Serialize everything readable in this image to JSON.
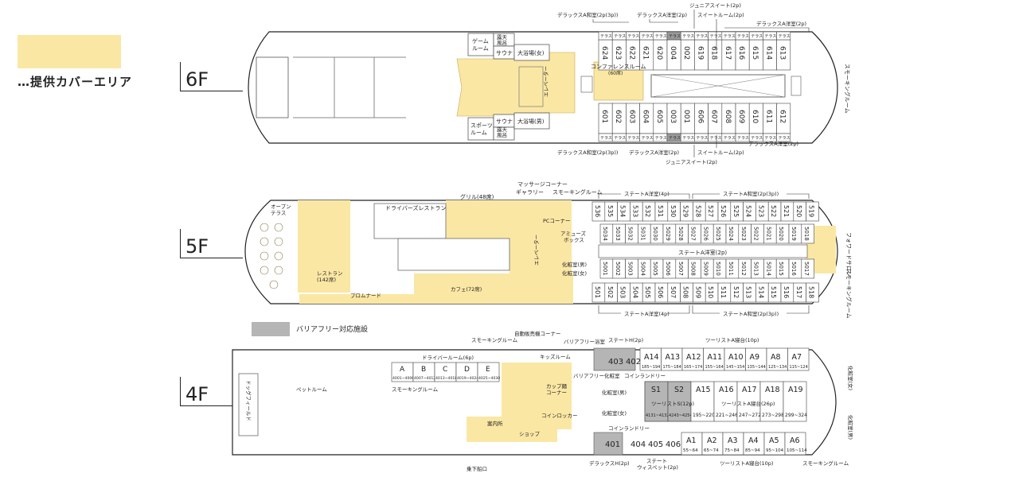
{
  "legend": {
    "coverage_label": "…提供カバーエリア",
    "coverage_color": "#fbe7a4",
    "barrier_free_label": "バリアフリー対応施設",
    "barrier_free_color": "#b5b5b5"
  },
  "decks": {
    "d6": {
      "label": "6F",
      "top_rooms": [
        "624",
        "623",
        "622",
        "621",
        "620",
        "004",
        "002",
        "619",
        "618",
        "617",
        "616",
        "615",
        "614",
        "613"
      ],
      "bottom_rooms": [
        "601",
        "602",
        "603",
        "604",
        "605",
        "003",
        "001",
        "606",
        "607",
        "608",
        "609",
        "610",
        "611",
        "612"
      ],
      "terrace": "テラス",
      "labels": {
        "game": "ゲーム\nルーム",
        "roten": "露天\n風呂",
        "sauna": "サウナ",
        "bath_f": "大浴場(女)",
        "bath_m": "大浴場(男)",
        "sports": "スポーツ\nルーム",
        "conference": "コンファレンスルーム",
        "conference_cap": "(60席)",
        "elevator": "エレベーター",
        "smoking": "スモーキングルーム"
      },
      "callouts_top": {
        "dx_j": "デラックスA和室(2p(3p))",
        "dx_w": "デラックスA洋室(2p)",
        "junior": "ジュニアスイート(2p)",
        "suite": "スイートルーム(2p)",
        "dx_w2": "デラックスA洋室(2p)"
      },
      "callouts_bottom": {
        "dx_j": "デラックスA和室(2p(3p))",
        "dx_w": "デラックスA洋室(2p)",
        "suite": "スイートルーム(2p)",
        "dx_w2": "デラックスA洋室(2p)",
        "junior": "ジュニアスイート(2p)"
      }
    },
    "d5": {
      "label": "5F",
      "top_rooms": [
        "536",
        "535",
        "534",
        "533",
        "532",
        "531",
        "530",
        "529",
        "528",
        "527",
        "526",
        "525",
        "524",
        "523",
        "522",
        "521",
        "520",
        "519"
      ],
      "mid_top": [
        "5034",
        "5033",
        "5032",
        "5031",
        "5030",
        "5029",
        "5028",
        "5027",
        "5026",
        "5025",
        "5024",
        "5023",
        "5022",
        "5021",
        "5020",
        "5019",
        "5018"
      ],
      "mid_bottom": [
        "5001",
        "5002",
        "5003",
        "5004",
        "5005",
        "5006",
        "5007",
        "5008",
        "5009",
        "5010",
        "5011",
        "5012",
        "5013",
        "5014",
        "5015",
        "5016",
        "5017"
      ],
      "bottom_rooms": [
        "501",
        "502",
        "503",
        "504",
        "505",
        "506",
        "507",
        "508",
        "509",
        "510",
        "511",
        "512",
        "513",
        "514",
        "515",
        "516",
        "517",
        "518"
      ],
      "labels": {
        "open_terrace": "オープン\nテラス",
        "restaurant": "レストラン\n(142席)",
        "drivers": "ドライバーズレストラン",
        "grill": "グリル(48席)",
        "gallery": "ギャラリー",
        "massage": "マッサージコーナー",
        "smoking": "スモーキングルーム",
        "pc": "PCコーナー",
        "amuse": "アミューズ\nボックス",
        "wc_m": "化粧室(男)",
        "wc_f": "化粧室(女)",
        "promenade": "プロムナード",
        "cafe": "カフェ(72席)",
        "stair": "ステー",
        "forward": "フォワードサロン",
        "smoking2": "スモーキングルーム",
        "state_center": "ステートA洋室(2p)",
        "elevator": "エレベーター"
      },
      "callouts": {
        "st_w4": "ステートA洋室(4p)",
        "st_j": "ステートA和室(2p(3p))",
        "st_w4b": "ステートA洋室(4p)",
        "st_jb": "ステートA和室(2p(3p))"
      }
    },
    "d4": {
      "label": "4F",
      "driver_rooms": [
        {
          "name": "A",
          "range": "4001~4006"
        },
        {
          "name": "B",
          "range": "4007~4012"
        },
        {
          "name": "C",
          "range": "4013~4018"
        },
        {
          "name": "D",
          "range": "4019~4024"
        },
        {
          "name": "E",
          "range": "4025~4030"
        }
      ],
      "top_a": [
        {
          "n": "A14",
          "r": "185~194"
        },
        {
          "n": "A13",
          "r": "175~184"
        },
        {
          "n": "A12",
          "r": "165~174"
        },
        {
          "n": "A11",
          "r": "155~164"
        },
        {
          "n": "A10",
          "r": "145~154"
        },
        {
          "n": "A9",
          "r": "135~144"
        },
        {
          "n": "A8",
          "r": "125~134"
        },
        {
          "n": "A7",
          "r": "115~124"
        }
      ],
      "mid_a": [
        {
          "n": "A15",
          "r": "195~220"
        },
        {
          "n": "A16",
          "r": "221~246"
        },
        {
          "n": "A17",
          "r": "247~272"
        },
        {
          "n": "A18",
          "r": "273~298"
        },
        {
          "n": "A19",
          "r": "299~324"
        }
      ],
      "bot_a": [
        {
          "n": "A1",
          "r": "55~64"
        },
        {
          "n": "A2",
          "r": "65~74"
        },
        {
          "n": "A3",
          "r": "75~84"
        },
        {
          "n": "A4",
          "r": "85~94"
        },
        {
          "n": "A5",
          "r": "95~104"
        },
        {
          "n": "A6",
          "r": "105~114"
        }
      ],
      "s_rooms": [
        {
          "n": "S1",
          "r": "4131~4132"
        },
        {
          "n": "S2",
          "r": "4243~4254"
        }
      ],
      "labels": {
        "dog": "ドッグフィールド",
        "pet": "ペットルーム",
        "driver_room": "ドライバールーム(6p)",
        "smoking": "スモーキングルーム",
        "smoking_top": "スモーキングルーム",
        "vending": "自動販売機コーナー",
        "barrier_bath": "バリアフリー浴室",
        "state_h": "ステートH(2p)",
        "kids": "キッズルーム",
        "barrier_wc": "バリアフリー化粧室",
        "laundry": "コインランドリー",
        "laundry2": "コインランドリー",
        "cup": "カップ麺\nコーナー",
        "locker": "コインロッカー",
        "wc_m": "化粧室(男)",
        "wc_f": "化粧室(女)",
        "tourist_s": "ツーリストS(12p)",
        "tourist_a26": "ツーリストA寝台(26p)",
        "tourist_a10": "ツーリストA寝台(10p)",
        "tourist_a10b": "ツーリストA寝台(10p)",
        "info": "案内所",
        "shop": "ショップ",
        "dx_h": "デラックスH(2p)",
        "state_wisp": "ステート\nウィスペット(2p)",
        "boarding": "乗下船口",
        "smoking_r": "スモーキングルーム",
        "wc_right_m": "化粧室(女)",
        "wc_right_f": "化粧室(男)",
        "r403": "403",
        "r402": "402",
        "r401": "401",
        "r404": "404",
        "r405": "405",
        "r406": "406"
      }
    }
  }
}
